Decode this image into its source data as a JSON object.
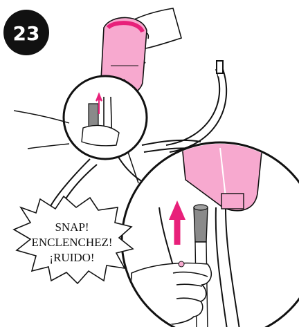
{
  "step": {
    "number": "23"
  },
  "callout": {
    "lines": [
      "SNAP!",
      "ENCLENCHEZ!",
      "¡RUIDO!"
    ]
  },
  "colors": {
    "accent_pink": "#e8207a",
    "light_pink": "#f7a9cf",
    "tube_gray": "#8a8a8a",
    "line": "#111111",
    "badge": "#111111"
  },
  "icons": {
    "arrow": "up-arrow-icon",
    "hand": "hand-icon"
  }
}
